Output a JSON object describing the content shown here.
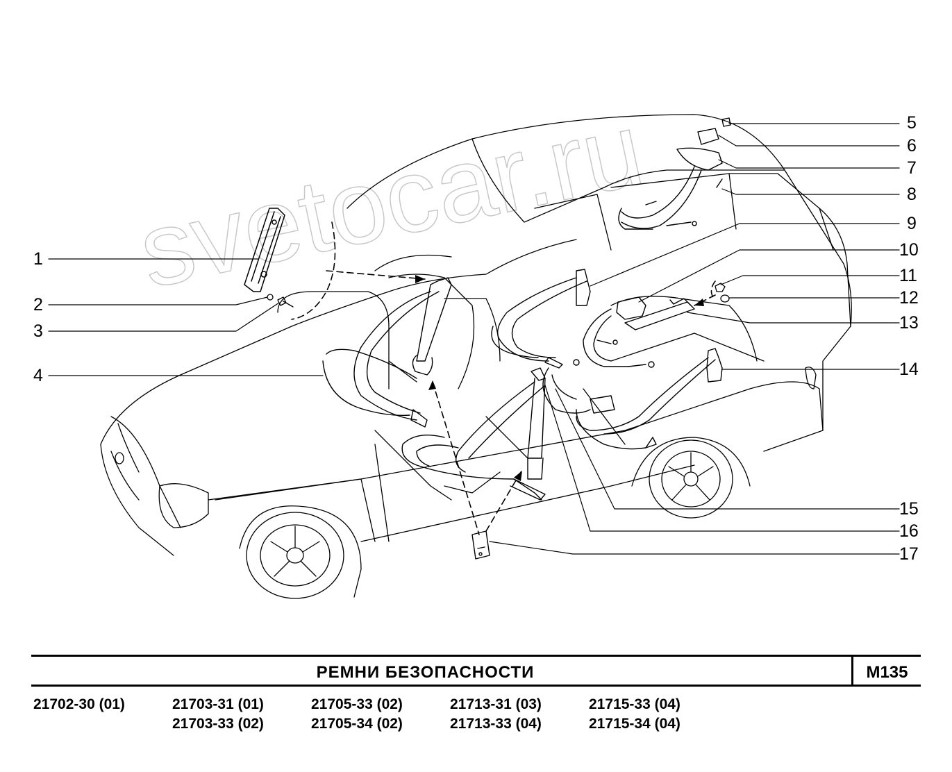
{
  "diagram": {
    "watermark": "svetocar.ru",
    "callouts": [
      {
        "n": "1"
      },
      {
        "n": "2"
      },
      {
        "n": "3"
      },
      {
        "n": "4"
      },
      {
        "n": "5"
      },
      {
        "n": "6"
      },
      {
        "n": "7"
      },
      {
        "n": "8"
      },
      {
        "n": "9"
      },
      {
        "n": "10"
      },
      {
        "n": "11"
      },
      {
        "n": "12"
      },
      {
        "n": "13"
      },
      {
        "n": "14"
      },
      {
        "n": "15"
      },
      {
        "n": "16"
      },
      {
        "n": "17"
      }
    ]
  },
  "footer": {
    "title": "РЕМНИ   БЕЗОПАСНОСТИ",
    "code": "М135",
    "models": [
      "21702-30 (01)",
      "21703-31 (01)",
      "21703-33 (02)",
      "21705-33 (02)",
      "21705-34 (02)",
      "21713-31 (03)",
      "21713-33 (04)",
      "21715-33 (04)",
      "21715-34 (04)"
    ]
  }
}
